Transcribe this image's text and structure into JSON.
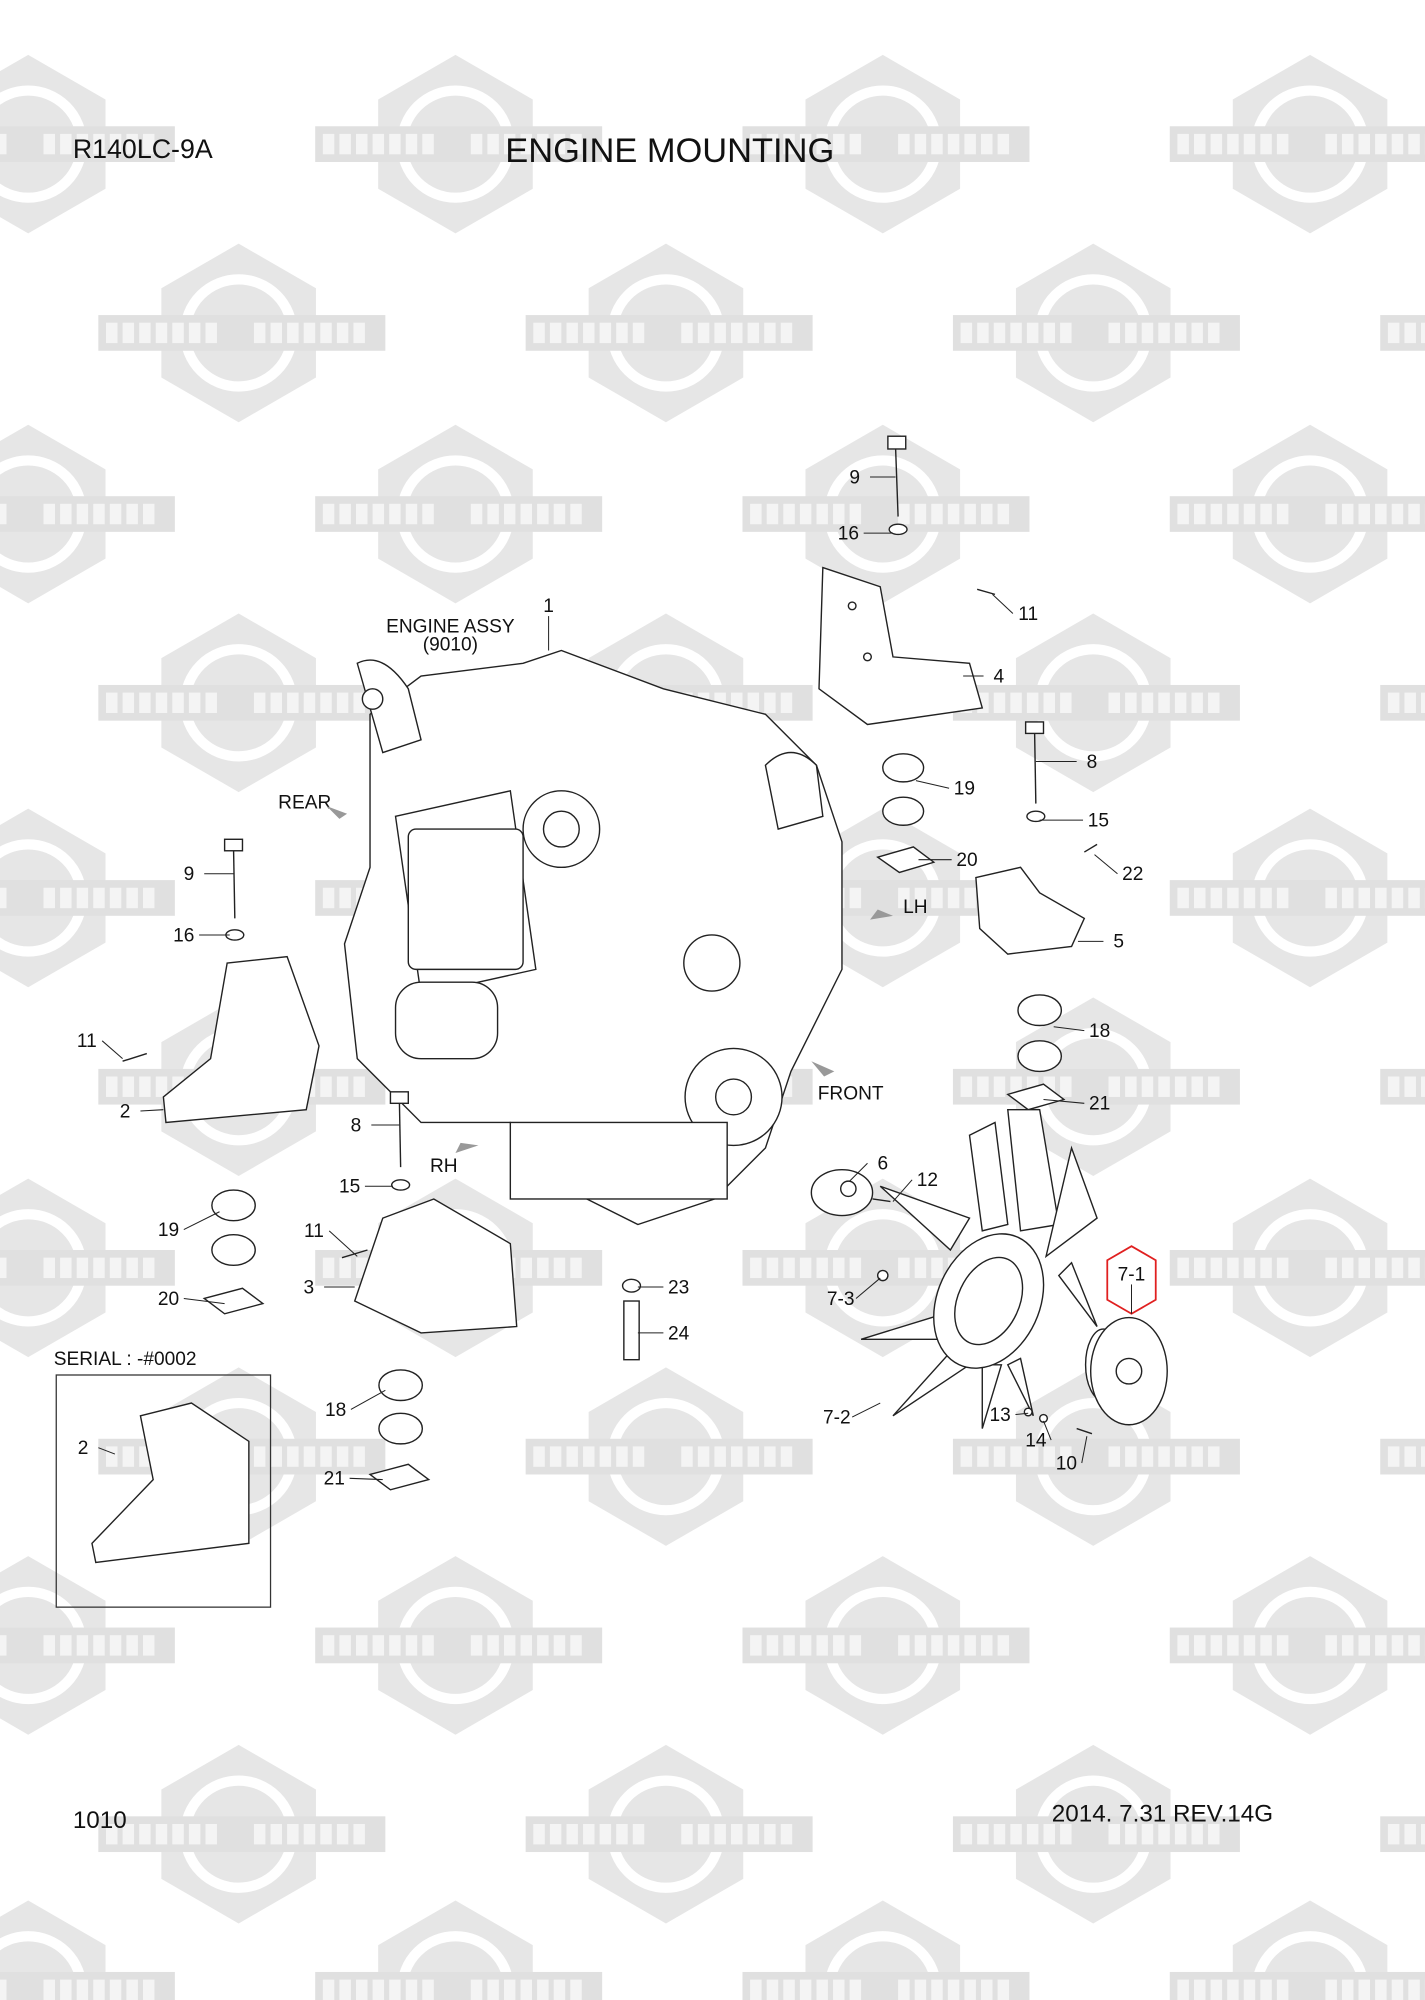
{
  "header": {
    "model": "R140LC-9A",
    "title": "ENGINE MOUNTING"
  },
  "footer": {
    "page": "1010",
    "revision": "2014. 7.31  REV.14G"
  },
  "watermark": {
    "left": "KOMПAPT",
    "right": "COMPART"
  },
  "engine": {
    "name": "ENGINE ASSY",
    "code": "(9010)"
  },
  "directions": {
    "rear": "REAR",
    "lh": "LH",
    "front": "FRONT",
    "rh": "RH"
  },
  "serial_note": "SERIAL : -#0002",
  "highlight_color": "#e02020",
  "callouts": [
    "1",
    "9",
    "16",
    "11",
    "4",
    "19",
    "20",
    "8",
    "15",
    "22",
    "5",
    "18",
    "21",
    "9",
    "16",
    "11",
    "2",
    "8",
    "15",
    "19",
    "11",
    "20",
    "3",
    "23",
    "24",
    "6",
    "12",
    "7-3",
    "7-1",
    "7-2",
    "13",
    "14",
    "10",
    "18",
    "21",
    "2"
  ]
}
